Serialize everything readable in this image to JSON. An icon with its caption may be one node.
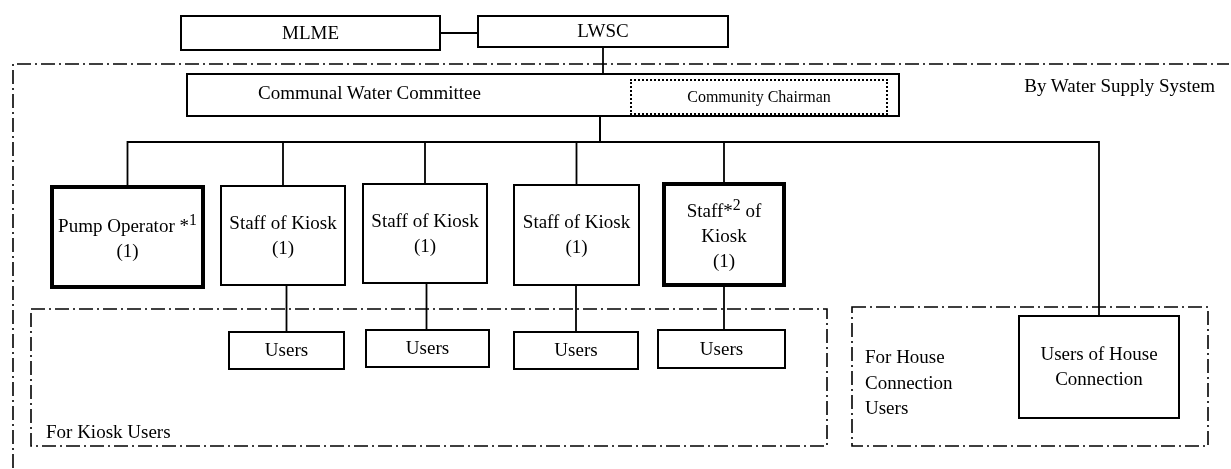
{
  "diagram": {
    "nodes": [
      {
        "text": [
          "MLME"
        ]
      },
      {
        "text": [
          "LWSC"
        ]
      },
      {
        "text": [
          "By Water Supply System"
        ]
      },
      {
        "text": [
          "Communal Water Committee"
        ],
        "in": 2
      },
      {
        "text": [
          "Community Chairman"
        ],
        "in": 3
      },
      {
        "text": [
          "Pump Operator *$^{1}$",
          "(1)"
        ],
        "in": 2
      },
      {
        "text": [
          "Staff of Kiosk",
          "(1)"
        ],
        "in": 2
      },
      {
        "text": [
          "Staff of Kiosk",
          "(1)"
        ],
        "in": 2
      },
      {
        "text": [
          "Staff of Kiosk",
          "(1)"
        ],
        "in": 2
      },
      {
        "text": [
          "Staff*$^{2}$ of Kiosk",
          "(1)"
        ],
        "in": 2
      },
      {
        "text": [
          "For Kiosk Users"
        ],
        "in": 2
      },
      {
        "text": [
          "Users"
        ],
        "in": 10
      },
      {
        "text": [
          "Users"
        ],
        "in": 10
      },
      {
        "text": [
          "Users"
        ],
        "in": 10
      },
      {
        "text": [
          "Users"
        ],
        "in": 10
      },
      {
        "text": [
          "For House Connection Users"
        ],
        "in": 2
      },
      {
        "text": [
          "Users of House Connection"
        ],
        "in": 15
      }
    ],
    "edges": [
      {
        "from": 0,
        "to": 1,
        "arrow": "none"
      },
      {
        "from": 1,
        "to": 3,
        "arrow": "none"
      },
      {
        "from": 3,
        "to": 5,
        "arrow": "none"
      },
      {
        "from": 3,
        "to": 6,
        "arrow": "none"
      },
      {
        "from": 3,
        "to": 7,
        "arrow": "none"
      },
      {
        "from": 3,
        "to": 8,
        "arrow": "none"
      },
      {
        "from": 3,
        "to": 9,
        "arrow": "none"
      },
      {
        "from": 3,
        "to": 16,
        "arrow": "none"
      },
      {
        "from": 6,
        "to": 11,
        "arrow": "none"
      },
      {
        "from": 7,
        "to": 12,
        "arrow": "none"
      },
      {
        "from": 8,
        "to": 13,
        "arrow": "none"
      },
      {
        "from": 9,
        "to": 14,
        "arrow": "none"
      }
    ]
  }
}
